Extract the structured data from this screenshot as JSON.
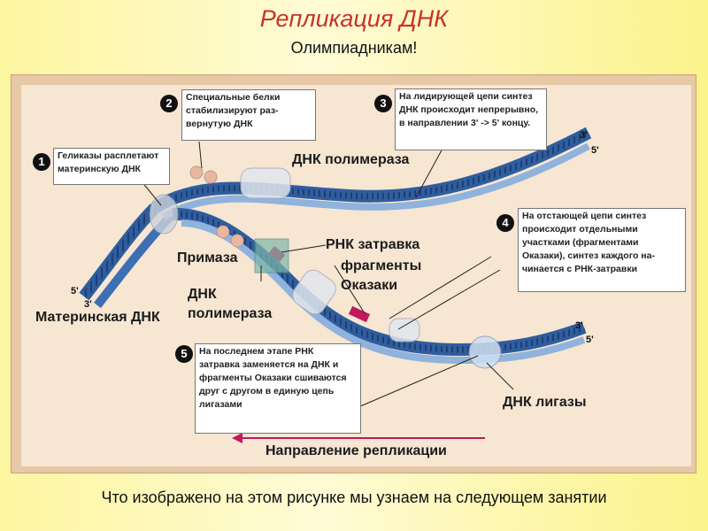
{
  "title": "Репликация ДНК",
  "subtitle": "Олимпиадникам!",
  "steps": [
    {
      "num": "1",
      "text": "Геликазы расплетают материнскую ДНК"
    },
    {
      "num": "2",
      "text": "Специальные белки стабилизируют раз-вернутую ДНК"
    },
    {
      "num": "3",
      "text": "На лидирующей цепи синтез ДНК происходит непрерывно, в направлении 3' -> 5' концу."
    },
    {
      "num": "4",
      "text": "На отстающей цепи синтез происходит отдельными участками (фрагментами Оказаки), синтез каждого на-чинается с РНК-затравки"
    },
    {
      "num": "5",
      "text": "На последнем этапе РНК затравка заменяется на ДНК и фрагменты Оказаки сшиваются друг с другом в единую цепь лигазами"
    }
  ],
  "labels": {
    "dna_polymerase_top": "ДНК полимераза",
    "rna_primer": "РНК затравка",
    "okazaki_fragments": "фрагменты Оказаки",
    "primase": "Примаза",
    "dna_polymerase_bottom": "ДНК полимераза",
    "parent_dna": "Материнская ДНК",
    "dna_ligase": "ДНК лигазы",
    "replication_direction": "Направление репликации"
  },
  "ends": {
    "left_5": "5'",
    "left_3": "3'",
    "top_3": "3'",
    "top_5": "5'",
    "bottom_3": "3'",
    "bottom_5": "5'"
  },
  "bottom_text": "Что изображено на этом рисунке мы узнаем на следующем занятии",
  "colors": {
    "title": "#c8322a",
    "strand_dark": "#2f5d9e",
    "strand_light": "#8fb3dc",
    "primer": "#c2185b",
    "arrow": "#c2185b",
    "primase_box": "#7fb7a8"
  }
}
